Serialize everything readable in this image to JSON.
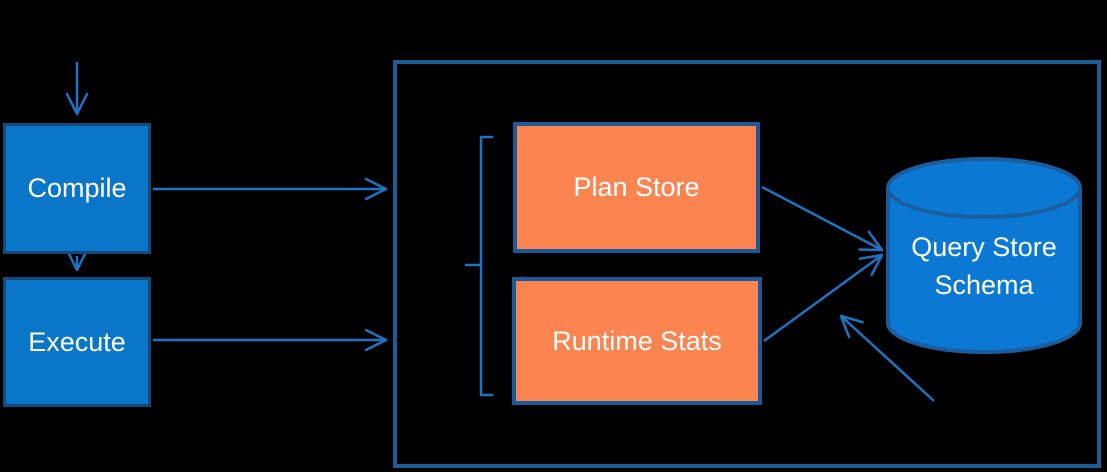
{
  "colors": {
    "background": "#000000",
    "blue-fill": "#0A76C9",
    "blue-border": "#15497C",
    "orange-fill": "#FC8450",
    "orange-border": "#1A5A9B",
    "boundary": "#1E5C94",
    "arrow": "#1B74C4",
    "cylinder-fill": "#0B79D4",
    "cylinder-border": "#1A5D9E",
    "text": "#FFFFFF"
  },
  "nodes": {
    "compile": {
      "label": "Compile"
    },
    "execute": {
      "label": "Execute"
    },
    "plan_store": {
      "label": "Plan Store"
    },
    "runtime_stats": {
      "label": "Runtime Stats"
    },
    "query_store_schema": {
      "label": "Query Store Schema"
    }
  }
}
